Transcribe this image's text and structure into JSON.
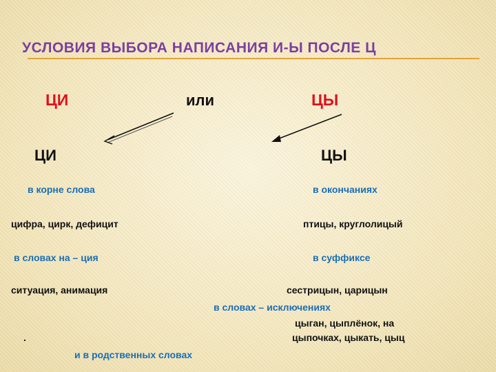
{
  "slide": {
    "title": "УСЛОВИЯ ВЫБОРА НАПИСАНИЯ И-Ы ПОСЛЕ Ц",
    "options": {
      "left": "ЦИ",
      "middle": "или",
      "right": "ЦЫ"
    },
    "left_heading": "ЦИ",
    "right_heading": "ЦЫ",
    "left_rules": [
      {
        "rule": "в корне слова",
        "examples": "цифра, цирк, дефицит"
      },
      {
        "rule": "в словах на –  ция",
        "examples": "ситуация, анимация"
      }
    ],
    "right_rules": [
      {
        "rule": "в окончаниях",
        "examples": "птицы, круглолицый"
      },
      {
        "rule": "в суффиксе",
        "examples": "сестрицын, царицын"
      }
    ],
    "exceptions": {
      "rule": "в словах – исключениях",
      "examples_line1": "цыган, цыплёнок, на",
      "examples_line2": "цыпочках, цыкать, цыц",
      "dot": ".",
      "related": "и в родственных словах"
    },
    "colors": {
      "title": "#7b3fa0",
      "accent_rule": "#e4a23a",
      "red": "#e0101e",
      "blue": "#1a6eb5"
    }
  }
}
